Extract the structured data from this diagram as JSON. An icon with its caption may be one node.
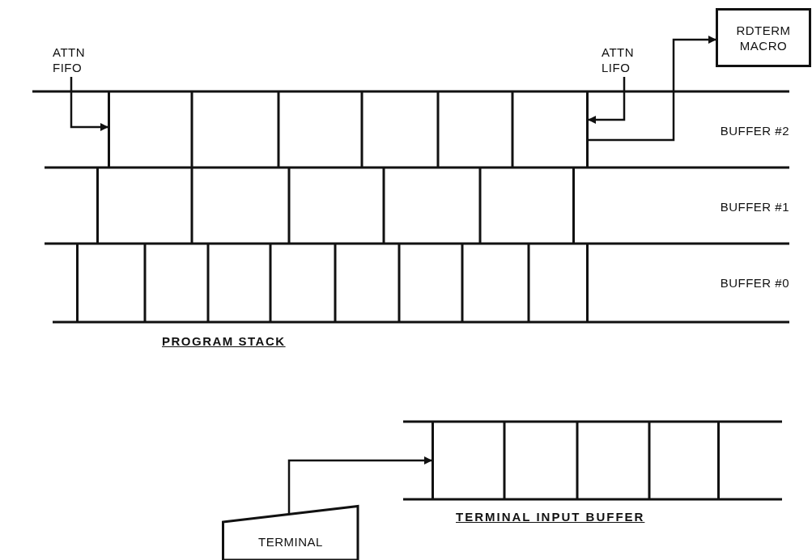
{
  "diagram": {
    "nodes": [
      {
        "text": [
          "ATTN FIFO"
        ]
      },
      {
        "text": [
          "ATTN LIFO"
        ]
      },
      {
        "text": [
          "RDTERM MACRO"
        ]
      },
      {
        "text": [],
        "shape": "bar"
      },
      {
        "text": [],
        "shape": "bar"
      },
      {
        "text": [],
        "shape": "bar"
      },
      {
        "text": [],
        "shape": "bar",
        "beside": [
          "TERMINAL INPUT BUFFER"
        ]
      },
      {
        "text": [
          "TERMINAL"
        ]
      }
    ],
    "edges": [
      {
        "from": 0,
        "to": 3,
        "arrow": "to"
      },
      {
        "from": 1,
        "to": 3,
        "arrow": "to"
      },
      {
        "from": 3,
        "to": 2,
        "arrow": "to"
      },
      {
        "from": 7,
        "to": 6,
        "arrow": "to"
      }
    ],
    "labels": [
      "BUFFER #2",
      "BUFFER #1",
      "BUFFER #0",
      "PROGRAM STACK"
    ]
  }
}
